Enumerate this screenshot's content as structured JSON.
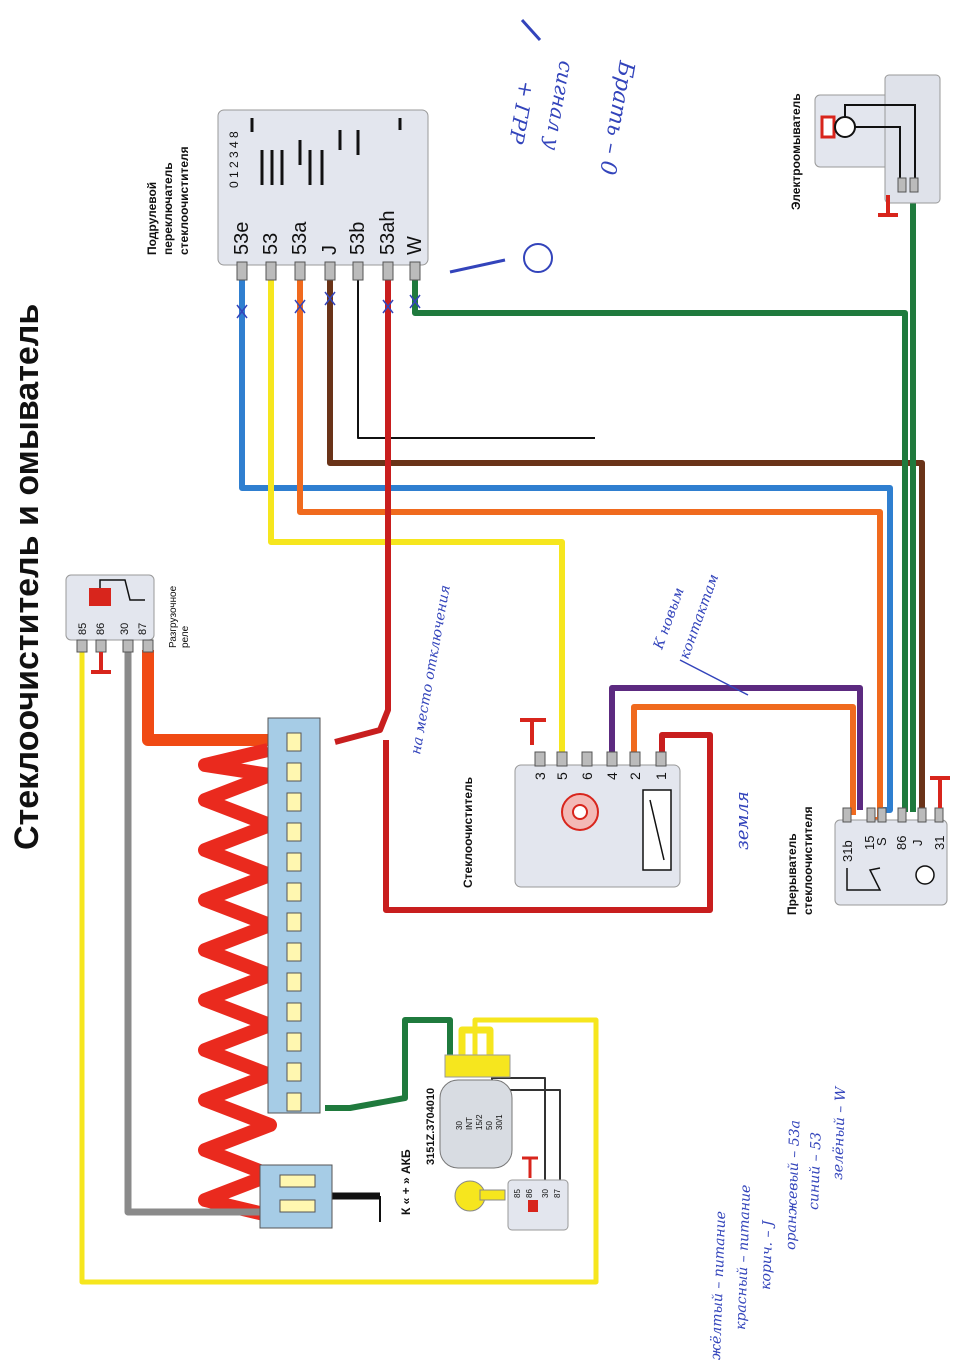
{
  "title": "Стеклоочиститель и омыватель",
  "components": {
    "column_switch": {
      "label_line1": "Подрулевой",
      "label_line2": "переключатель",
      "label_line3": "стеклоочистителя",
      "positions": "0 1 2 3 4 8",
      "pins": [
        "53e",
        "53",
        "53a",
        "J",
        "53b",
        "53ah",
        "W"
      ]
    },
    "washer": {
      "label": "Электроомыватель"
    },
    "relay": {
      "label_line1": "Разгрузочное",
      "label_line2": "реле",
      "pins": [
        "85",
        "86",
        "30",
        "87"
      ]
    },
    "wiper_motor": {
      "label": "Стеклоочиститель",
      "pins": [
        "3",
        "5",
        "6",
        "4",
        "2",
        "1"
      ]
    },
    "interrupter": {
      "label_line1": "Прерыватель",
      "label_line2": "стеклоочистителя",
      "pins": [
        "31b",
        "15",
        "S",
        "86",
        "J",
        "31"
      ]
    },
    "ignition_switch": {
      "part_number": "3151Z.3704010",
      "pins": [
        "30",
        "INT",
        "15/2",
        "50",
        "30/1"
      ]
    },
    "battery": {
      "label": "К « + » АКБ"
    },
    "small_relay": {
      "pins": [
        "85",
        "86",
        "30",
        "87"
      ]
    }
  },
  "handwritten": {
    "note1": "Брать – 0",
    "note2": "сигнал у",
    "note3": "+ ГРР",
    "note4": "на место отключения",
    "note5": "К новым",
    "note6": "контактам",
    "note7": "земля",
    "note8": "жёлтый – питание",
    "note9": "красный – питание",
    "note10": "корич. – J",
    "note11": "оранжевый – 53a",
    "note12": "синий – 53",
    "note13": "зелёный – W"
  },
  "colors": {
    "red": "#d8251c",
    "yellow": "#f6e61e",
    "blue": "#2f7fd0",
    "orange": "#f06a1e",
    "brown": "#6a3318",
    "green": "#1f7a3d",
    "purple": "#5c2a80",
    "gray": "#8a8a8a",
    "box": "#e3e6ee",
    "fusebox": "#a6cce6",
    "pen": "#3344bb"
  }
}
